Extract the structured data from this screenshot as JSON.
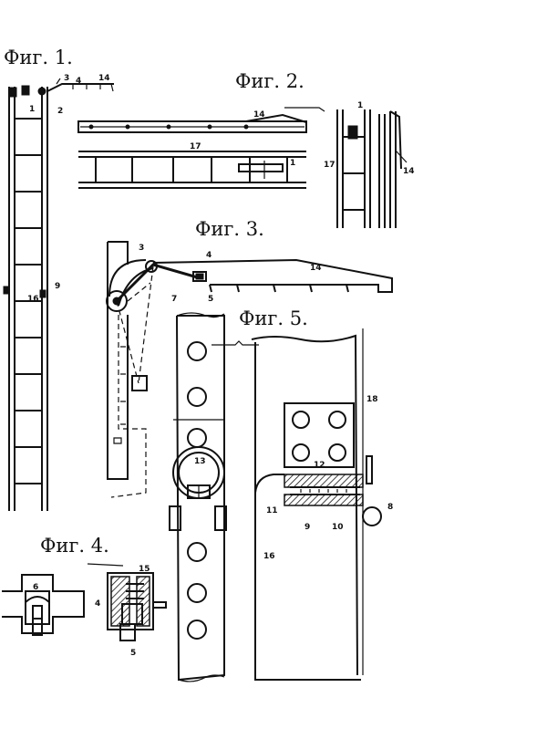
{
  "figures": {
    "fig1": "Фиг. 1.",
    "fig2": "Фиг. 2.",
    "fig3": "Фиг. 3.",
    "fig4": "Фиг. 4.",
    "fig5": "Фиг. 5."
  },
  "labels": {
    "fig1": [
      "3",
      "4",
      "14",
      "1",
      "2",
      "16",
      "9"
    ],
    "fig2": [
      "14",
      "17",
      "1",
      "1",
      "17",
      "14"
    ],
    "fig3": [
      "3",
      "4",
      "14",
      "7",
      "5"
    ],
    "fig4": [
      "6",
      "15",
      "4",
      "5"
    ],
    "fig5": [
      "18",
      "13",
      "12",
      "11",
      "8",
      "9",
      "10",
      "16"
    ]
  }
}
